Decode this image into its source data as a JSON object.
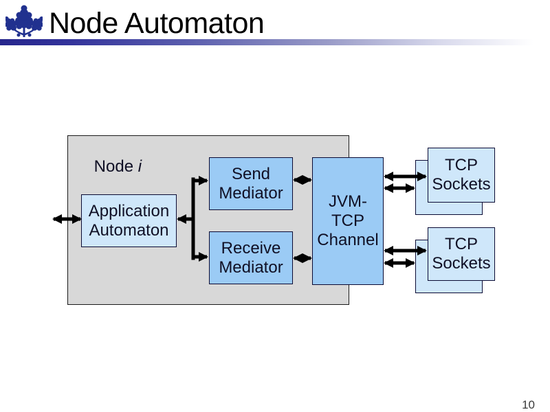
{
  "slide": {
    "title": "Node Automaton",
    "page_number": "10",
    "logo_icon": "oak-leaf-logo"
  },
  "diagram": {
    "container": {
      "label_prefix": "Node ",
      "label_index": "i"
    },
    "application_automaton": "Application\nAutomaton",
    "send_mediator": "Send\nMediator",
    "receive_mediator": "Receive\nMediator",
    "jvm_tcp_channel": "JVM-\nTCP\nChannel",
    "tcp_sockets_top": "TCP\nSockets",
    "tcp_sockets_bottom": "TCP\nSockets"
  },
  "colors": {
    "slide_background": "#ffffff",
    "container_fill": "#d8d8d8",
    "box_fill_light": "#cfe7fa",
    "box_fill_medium": "#9bcbf5",
    "box_border": "#0a0a33",
    "arrow": "#000000",
    "title_text": "#000000",
    "accent_bar_left": "#26268c",
    "accent_bar_right": "#ffffff",
    "logo_blue": "#21318f"
  }
}
